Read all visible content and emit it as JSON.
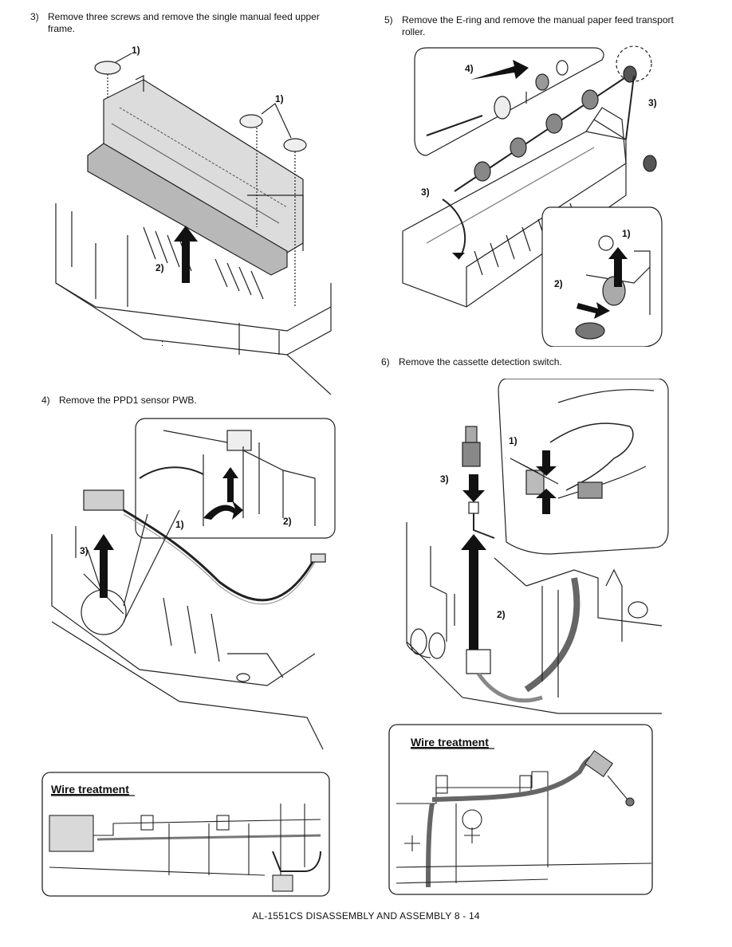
{
  "steps": [
    {
      "num": "3)",
      "text": "Remove three screws and remove the single manual feed upper frame."
    },
    {
      "num": "4)",
      "text": "Remove the PPD1 sensor PWB."
    },
    {
      "num": "5)",
      "text": "Remove the E-ring and remove the manual paper feed transport roller."
    },
    {
      "num": "6)",
      "text": "Remove the cassette detection switch."
    }
  ],
  "figure1": {
    "callouts": [
      "1)",
      "1)",
      "2)"
    ]
  },
  "figure2": {
    "callouts": [
      "1)",
      "2)",
      "3)"
    ]
  },
  "figure3": {
    "callouts": [
      "4)",
      "3)",
      "3)",
      "1)",
      "2)"
    ]
  },
  "figure4": {
    "callouts": [
      "1)",
      "3)",
      "2)"
    ]
  },
  "wire_treatment": {
    "title": "Wire treatment"
  },
  "stray_mark": ":",
  "footer": {
    "text": "AL-1551CS DISASSEMBLY AND ASSEMBLY 8 - 14"
  }
}
